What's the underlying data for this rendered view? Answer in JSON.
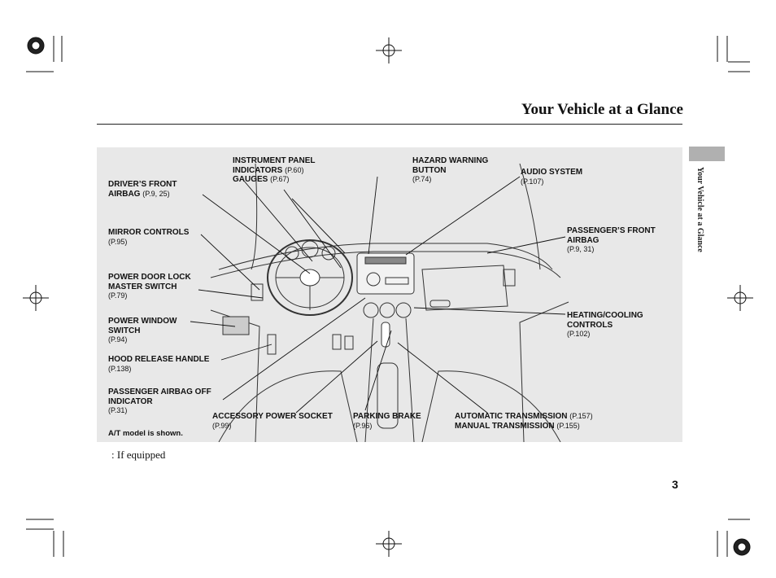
{
  "page": {
    "title": "Your Vehicle at a Glance",
    "side_tab_text": "Your Vehicle at a Glance",
    "page_number": "3",
    "footnote": ":  If equipped"
  },
  "labels": {
    "instrument_panel": "INSTRUMENT PANEL",
    "indicators": "INDICATORS",
    "indicators_ref": "(P.60)",
    "gauges": "GAUGES",
    "gauges_ref": "(P.67)",
    "hazard_l1": "HAZARD WARNING",
    "hazard_l2": "BUTTON",
    "hazard_ref": "(P.74)",
    "audio": "AUDIO SYSTEM",
    "audio_ref": "(P.107)",
    "drivers_airbag_l1": "DRIVER’S FRONT",
    "drivers_airbag_l2": "AIRBAG",
    "drivers_airbag_ref": "(P.9, 25)",
    "mirror": "MIRROR CONTROLS",
    "mirror_ref": "(P.95)",
    "passenger_airbag_l1": "PASSENGER’S FRONT",
    "passenger_airbag_l2": "AIRBAG",
    "passenger_airbag_ref": "(P.9, 31)",
    "door_lock_l1": "POWER DOOR LOCK",
    "door_lock_l2": "MASTER SWITCH",
    "door_lock_ref": "(P.79)",
    "window_l1": "POWER WINDOW",
    "window_l2": "SWITCH",
    "window_ref": "(P.94)",
    "heating_l1": "HEATING/COOLING",
    "heating_l2": "CONTROLS",
    "heating_ref": "(P.102)",
    "hood": "HOOD RELEASE HANDLE",
    "hood_ref": "(P.138)",
    "pax_off_l1": "PASSENGER AIRBAG OFF",
    "pax_off_l2": "INDICATOR",
    "pax_off_ref": "(P.31)",
    "accessory": "ACCESSORY POWER SOCKET",
    "accessory_ref": "(P.99)",
    "parking": "PARKING BRAKE",
    "parking_ref": "(P.96)",
    "auto_trans": "AUTOMATIC TRANSMISSION",
    "auto_trans_ref": "(P.157)",
    "manual_trans": "MANUAL TRANSMISSION",
    "manual_trans_ref": "(P.155)",
    "model_note": "A/T model is shown."
  }
}
